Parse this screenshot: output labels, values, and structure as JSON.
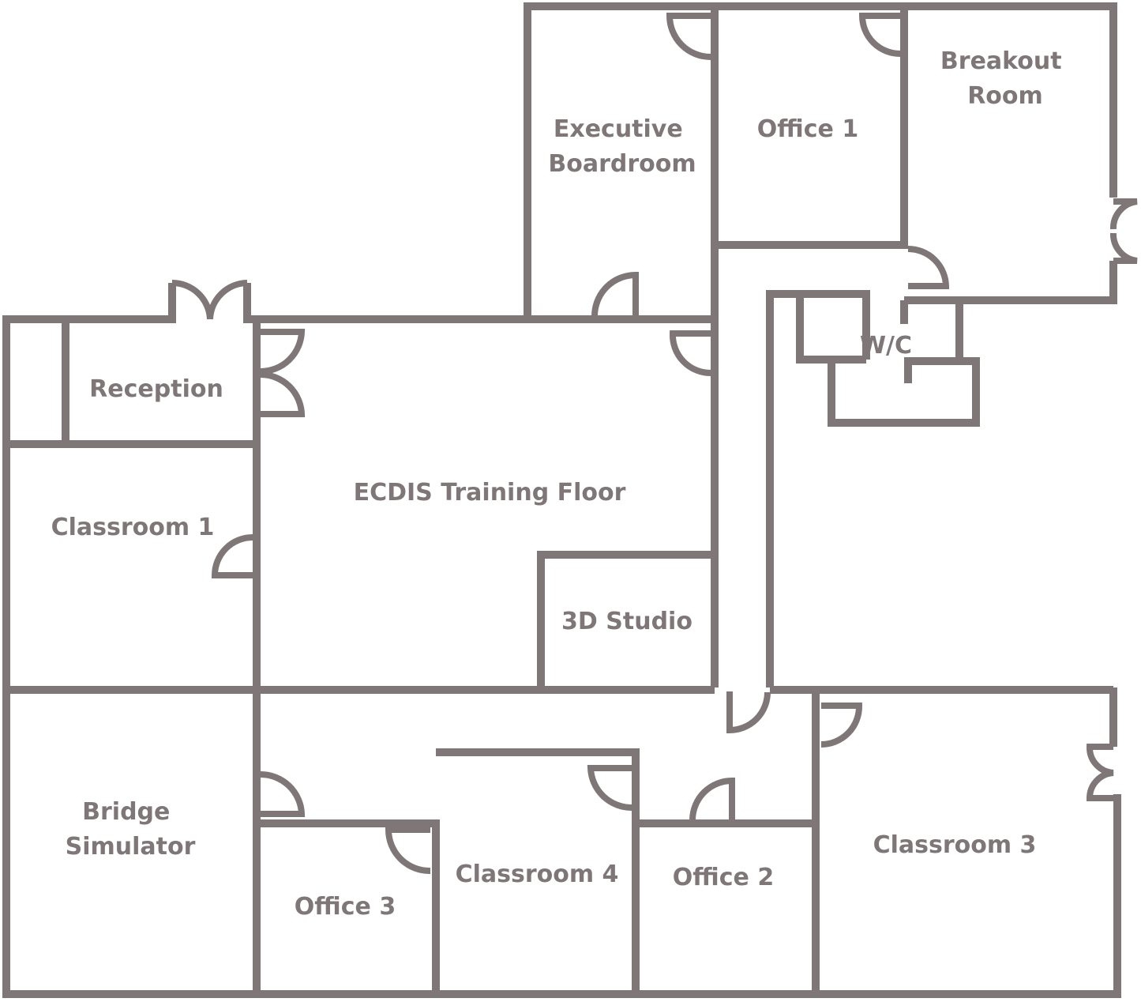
{
  "colors": {
    "wall": "#7f7777",
    "label": "#7f7777"
  },
  "rooms": {
    "executive_boardroom": [
      "Executive",
      "Boardroom"
    ],
    "office_1": "Office 1",
    "breakout_room": [
      "Breakout",
      "Room"
    ],
    "wc": "W/C",
    "reception": "Reception",
    "ecdis_training_floor": "ECDIS Training Floor",
    "classroom_1": "Classroom 1",
    "studio_3d": "3D Studio",
    "bridge_simulator": [
      "Bridge",
      "Simulator"
    ],
    "office_3": "Office 3",
    "classroom_4": "Classroom 4",
    "office_2": "Office 2",
    "classroom_3": "Classroom 3"
  }
}
